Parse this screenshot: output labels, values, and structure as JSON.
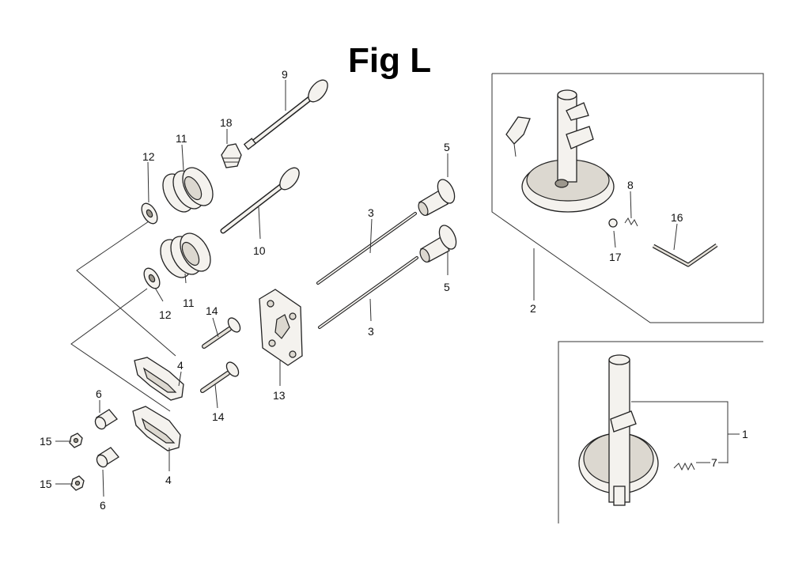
{
  "figure": {
    "title": "Fig L"
  },
  "callouts": {
    "c1": "1",
    "c2": "2",
    "c3a": "3",
    "c3b": "3",
    "c4a": "4",
    "c4b": "4",
    "c5a": "5",
    "c5b": "5",
    "c6a": "6",
    "c6b": "6",
    "c7": "7",
    "c8": "8",
    "c9": "9",
    "c10": "10",
    "c11a": "11",
    "c11b": "11",
    "c12a": "12",
    "c12b": "12",
    "c13": "13",
    "c14a": "14",
    "c14b": "14",
    "c15a": "15",
    "c15b": "15",
    "c16": "16",
    "c17": "17",
    "c18": "18"
  }
}
